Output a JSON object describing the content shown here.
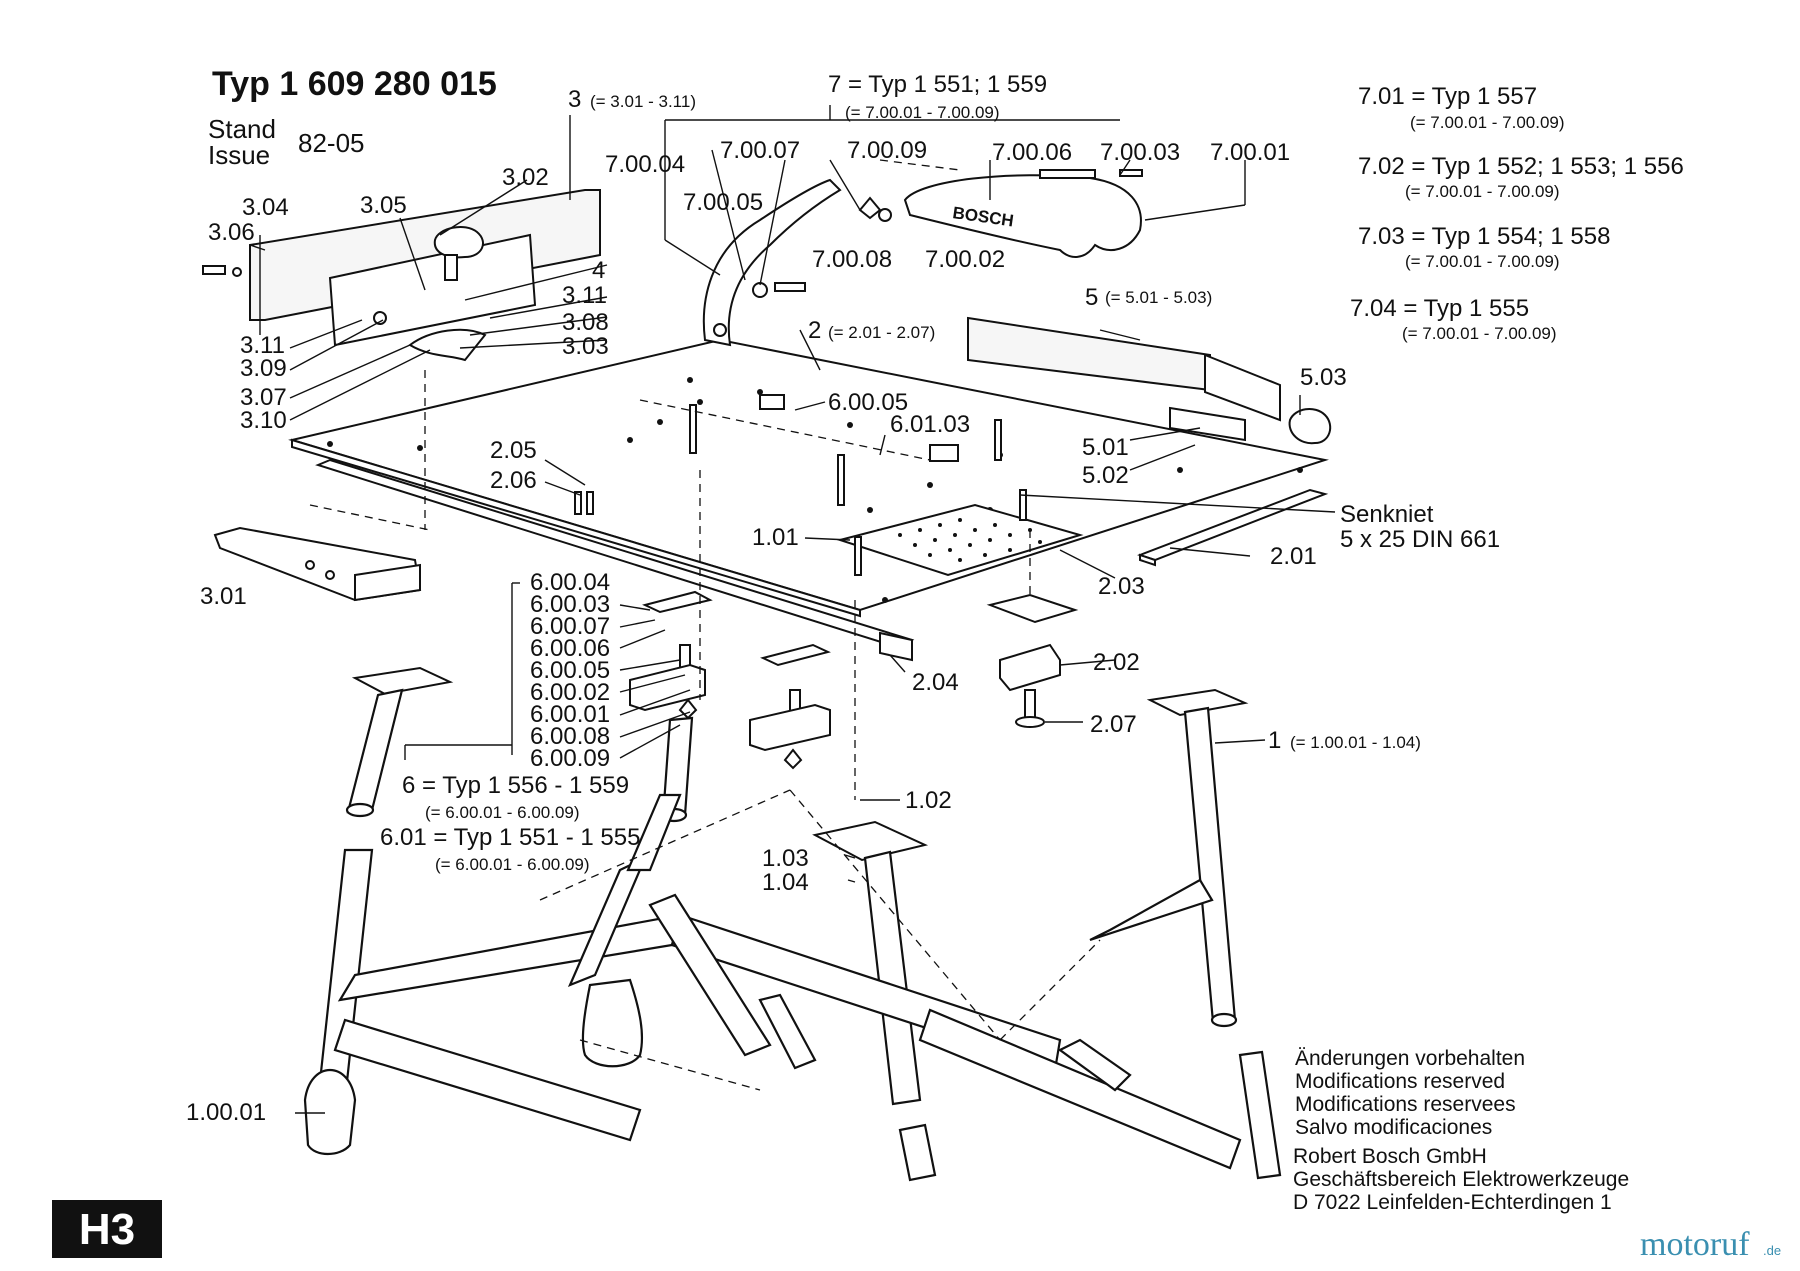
{
  "header": {
    "type_label": "Typ 1 609 280 015",
    "stand": "Stand",
    "issue": "Issue",
    "date": "82-05"
  },
  "type_notes": [
    {
      "main": "7.01 = Typ 1 557",
      "range": "(= 7.00.01 - 7.00.09)"
    },
    {
      "main": "7.02 = Typ 1 552; 1 553; 1 556",
      "range": "(= 7.00.01 - 7.00.09)"
    },
    {
      "main": "7.03 = Typ 1 554; 1 558",
      "range": "(= 7.00.01 - 7.00.09)"
    },
    {
      "main": "7.04 = Typ 1 555",
      "range": "(= 7.00.01 - 7.00.09)"
    }
  ],
  "group_labels": {
    "g7": "7 = Typ 1 551;  1 559",
    "g7_range": "(= 7.00.01 - 7.00.09)",
    "g3": "3",
    "g3_range": "(= 3.01 - 3.11)",
    "g2": "2",
    "g2_range": "(= 2.01 - 2.07)",
    "g5": "5",
    "g5_range": "(= 5.01 - 5.03)",
    "g1": "1",
    "g1_range": "(= 1.00.01 - 1.04)",
    "g6": "6 = Typ 1 556 - 1 559",
    "g6_range": "(= 6.00.01 - 6.00.09)",
    "g601": "6.01 = Typ 1 551 - 1 555",
    "g601_range": "(= 6.00.01 - 6.00.09)"
  },
  "part_labels": {
    "p70004": "7.00.04",
    "p70007": "7.00.07",
    "p70009": "7.00.09",
    "p70006": "7.00.06",
    "p70003": "7.00.03",
    "p70001": "7.00.01",
    "p70005": "7.00.05",
    "p70008": "7.00.08",
    "p70002": "7.00.02",
    "p302": "3.02",
    "p304": "3.04",
    "p305": "3.05",
    "p306": "3.06",
    "p4": "4",
    "p311a": "3.11",
    "p308": "3.08",
    "p303": "3.03",
    "p311b": "3.11",
    "p309": "3.09",
    "p307": "3.07",
    "p310": "3.10",
    "p503": "5.03",
    "p501": "5.01",
    "p502": "5.02",
    "p60005": "6.00.05",
    "p60103": "6.01.03",
    "p205": "2.05",
    "p206": "2.06",
    "p101": "1.01",
    "p203": "2.03",
    "p201": "2.01",
    "p301": "3.01",
    "p60004": "6.00.04",
    "p60003": "6.00.03",
    "p60007": "6.00.07",
    "p60006": "6.00.06",
    "p60005b": "6.00.05",
    "p60002": "6.00.02",
    "p60001": "6.00.01",
    "p60008": "6.00.08",
    "p60009": "6.00.09",
    "p204": "2.04",
    "p202": "2.02",
    "p207": "2.07",
    "p102": "1.02",
    "p103": "1.03",
    "p104": "1.04",
    "p10001": "1.00.01"
  },
  "senkniet": {
    "line1": "Senkniet",
    "line2": "5 x 25 DIN 661"
  },
  "brand_on_guard": "BOSCH",
  "footer_notes": [
    "Änderungen vorbehalten",
    "Modifications reserved",
    "Modifications reservees",
    "Salvo modificaciones"
  ],
  "company": [
    "Robert Bosch GmbH",
    "Geschäftsbereich Elektrowerkzeuge",
    "D 7022 Leinfelden-Echterdingen 1"
  ],
  "page_code": "H3",
  "watermark": {
    "text": "motoruf",
    "suffix": ".de"
  }
}
